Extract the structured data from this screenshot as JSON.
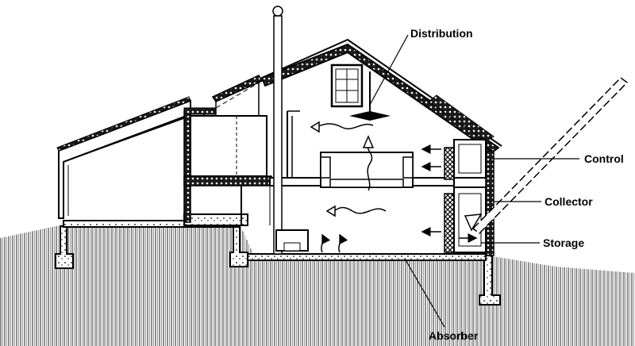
{
  "labels": {
    "distribution": "Distribution",
    "control": "Control",
    "collector": "Collector",
    "storage": "Storage",
    "absorber": "Absorber"
  }
}
